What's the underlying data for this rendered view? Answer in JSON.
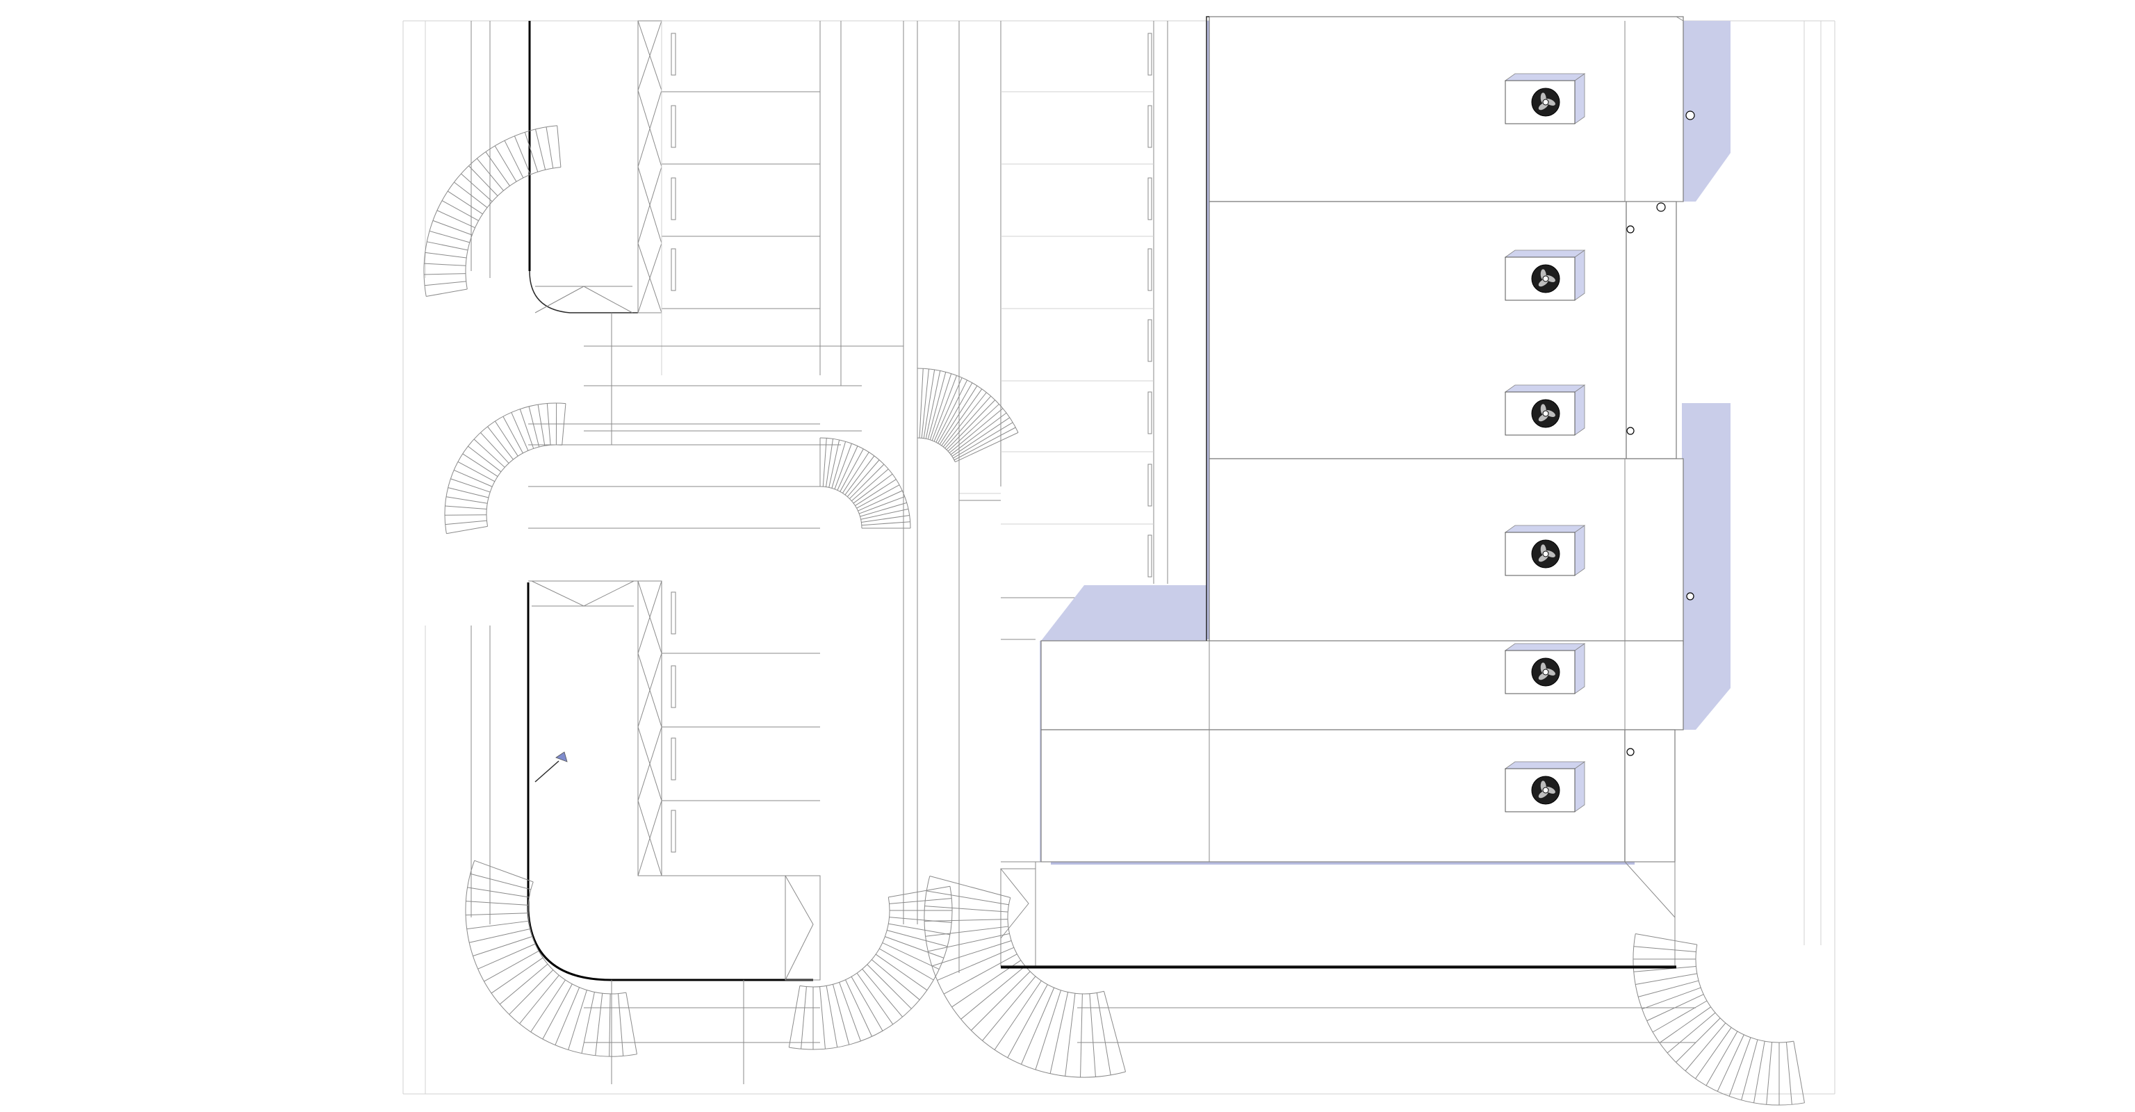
{
  "drawing": {
    "background": "#ffffff",
    "line_color": "#8a8a8a",
    "edge_color": "#2a2a2a",
    "shadow_color": "#c9cde9",
    "roof_units": 6,
    "parking_stalls_upper": 4,
    "parking_stalls_lower": 4,
    "stairs": 8,
    "icons": [
      "hvac-fan-icon",
      "stair-icon",
      "column-marker-icon",
      "door-marker-icon"
    ]
  }
}
